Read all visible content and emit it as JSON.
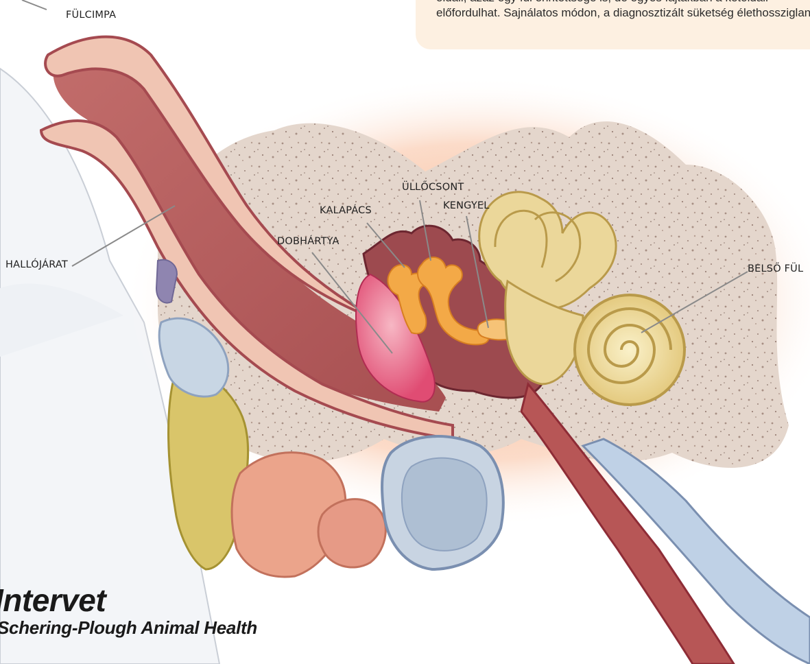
{
  "info": {
    "line1": "oldali, azaz egy fül érintettsége is, de egyes fajtákban a kétoldali",
    "line2": "előfordulhat. Sajnálatos módon, a diagnosztizált süketség élethossziglan tart."
  },
  "labels": {
    "fulcimpa": "FÜLCIMPA",
    "hallojarat": "HALLÓJÁRAT",
    "ullocsont": "ÜLLŐCSONT",
    "kalapacs": "KALAPÁCS",
    "kengyel": "KENGYEL",
    "dobhartya": "DOBHÁRTYA",
    "belso_ful": "BELSŐ FÜL"
  },
  "logo": {
    "name": "Intervet",
    "tagline": "Schering-Plough Animal Health"
  },
  "colors": {
    "canal": "#b65a5a",
    "canal_outline": "#8e2c36",
    "skin": "#f1c6b4",
    "bone": "#dccdc3",
    "glow": "#f6a776",
    "eardrum": "#e85a7c",
    "ossicles": "#f0a640",
    "inner_ear": "#e8d590"
  }
}
